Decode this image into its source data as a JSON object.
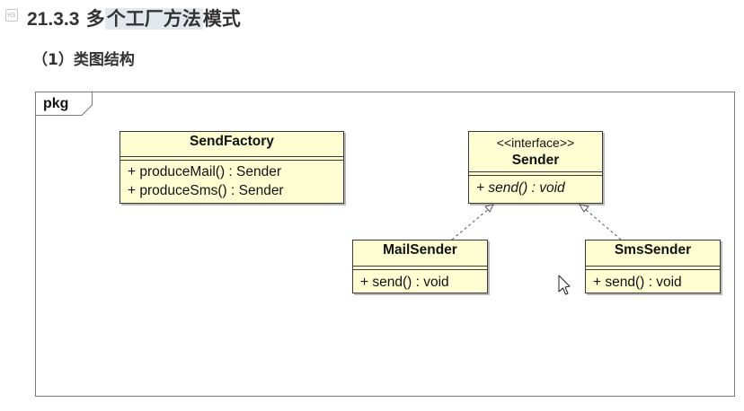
{
  "heading": {
    "marker_icon": "heading-marker-icon",
    "number": "21.3.3",
    "text_plain": "多",
    "text_highlight": "个工厂方法",
    "text_tail": "模式"
  },
  "subheading": "（1）类图结构",
  "diagram": {
    "package_label": "pkg",
    "classes": {
      "send_factory": {
        "name": "SendFactory",
        "operations": [
          "+ produceMail() : Sender",
          "+ produceSms() : Sender"
        ]
      },
      "sender": {
        "stereotype": "<<interface>>",
        "name": "Sender",
        "operations": [
          "+ send() : void"
        ]
      },
      "mail_sender": {
        "name": "MailSender",
        "operations": [
          "+ send() : void"
        ]
      },
      "sms_sender": {
        "name": "SmsSender",
        "operations": [
          "+ send() : void"
        ]
      }
    },
    "relations": [
      {
        "from": "MailSender",
        "to": "Sender",
        "type": "realization"
      },
      {
        "from": "SmsSender",
        "to": "Sender",
        "type": "realization"
      }
    ]
  },
  "cursor_icon": "mouse-pointer-icon",
  "colors": {
    "class_fill": "#fefed2",
    "border": "#3a3a3a",
    "heading_highlight": "#e3e8ee"
  }
}
